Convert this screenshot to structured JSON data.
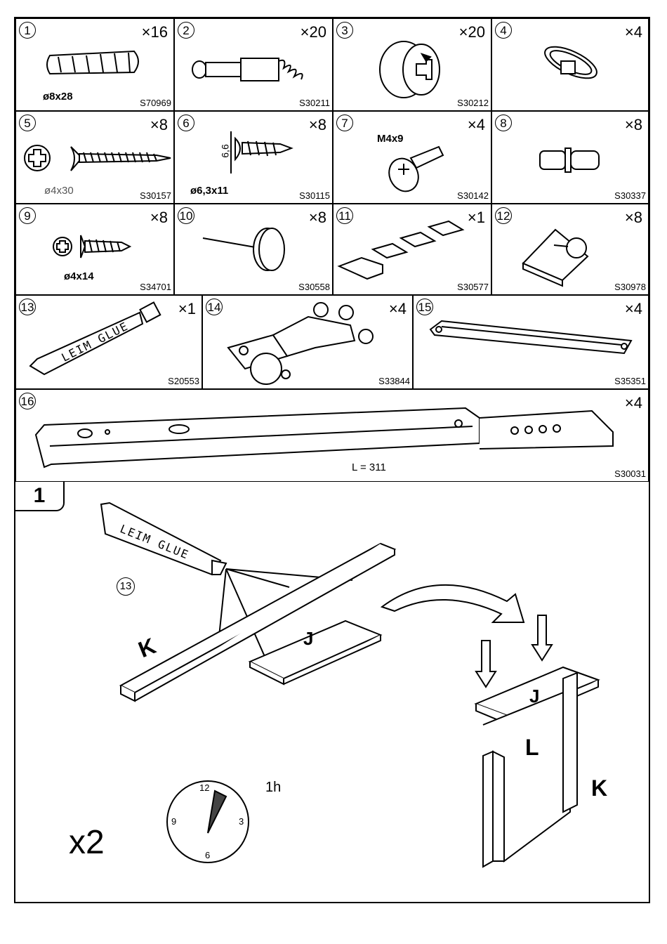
{
  "parts": [
    {
      "num": "1",
      "qty": "×16",
      "code": "S70969",
      "dim": "ø8x28",
      "icon": "dowel-icon"
    },
    {
      "num": "2",
      "qty": "×20",
      "code": "S30211",
      "dim": "",
      "icon": "connector-bolt-icon"
    },
    {
      "num": "3",
      "qty": "×20",
      "code": "S30212",
      "dim": "",
      "icon": "cam-lock-icon"
    },
    {
      "num": "4",
      "qty": "×4",
      "code": "",
      "dim": "",
      "icon": "pin-washer-icon"
    },
    {
      "num": "5",
      "qty": "×8",
      "code": "S30157",
      "dim": "ø4x30",
      "icon": "wood-screw-icon"
    },
    {
      "num": "6",
      "qty": "×8",
      "code": "S30115",
      "dim": "ø6,3x11",
      "icon": "euro-screw-icon",
      "dim2": "6,6"
    },
    {
      "num": "7",
      "qty": "×4",
      "code": "S30142",
      "dim": "M4x9",
      "icon": "machine-screw-icon"
    },
    {
      "num": "8",
      "qty": "×8",
      "code": "S30337",
      "dim": "",
      "icon": "shelf-pin-icon"
    },
    {
      "num": "9",
      "qty": "×8",
      "code": "S34701",
      "dim": "ø4x14",
      "icon": "short-screw-icon"
    },
    {
      "num": "10",
      "qty": "×8",
      "code": "S30558",
      "dim": "",
      "icon": "nail-glide-icon"
    },
    {
      "num": "11",
      "qty": "×1",
      "code": "S30577",
      "dim": "",
      "icon": "wedge-pads-icon"
    },
    {
      "num": "12",
      "qty": "×8",
      "code": "S30978",
      "dim": "",
      "icon": "corner-bracket-icon"
    },
    {
      "num": "13",
      "qty": "×1",
      "code": "S20553",
      "dim": "",
      "icon": "glue-tube-icon",
      "tube_text": "LEIM GLUE"
    },
    {
      "num": "14",
      "qty": "×4",
      "code": "S33844",
      "dim": "",
      "icon": "hinge-icon"
    },
    {
      "num": "15",
      "qty": "×4",
      "code": "S35351",
      "dim": "",
      "icon": "handle-icon"
    },
    {
      "num": "16",
      "qty": "×4",
      "code": "S30031",
      "dim": "L = 311",
      "icon": "drawer-slide-icon"
    }
  ],
  "step": {
    "number": "1",
    "glue_ref": "13",
    "tube_text": "LEIM GLUE",
    "label_k": "K",
    "label_j": "J",
    "label_l": "L",
    "time": "1h",
    "multiplier": "x2",
    "clock": {
      "n12": "12",
      "n3": "3",
      "n6": "6",
      "n9": "9"
    }
  }
}
